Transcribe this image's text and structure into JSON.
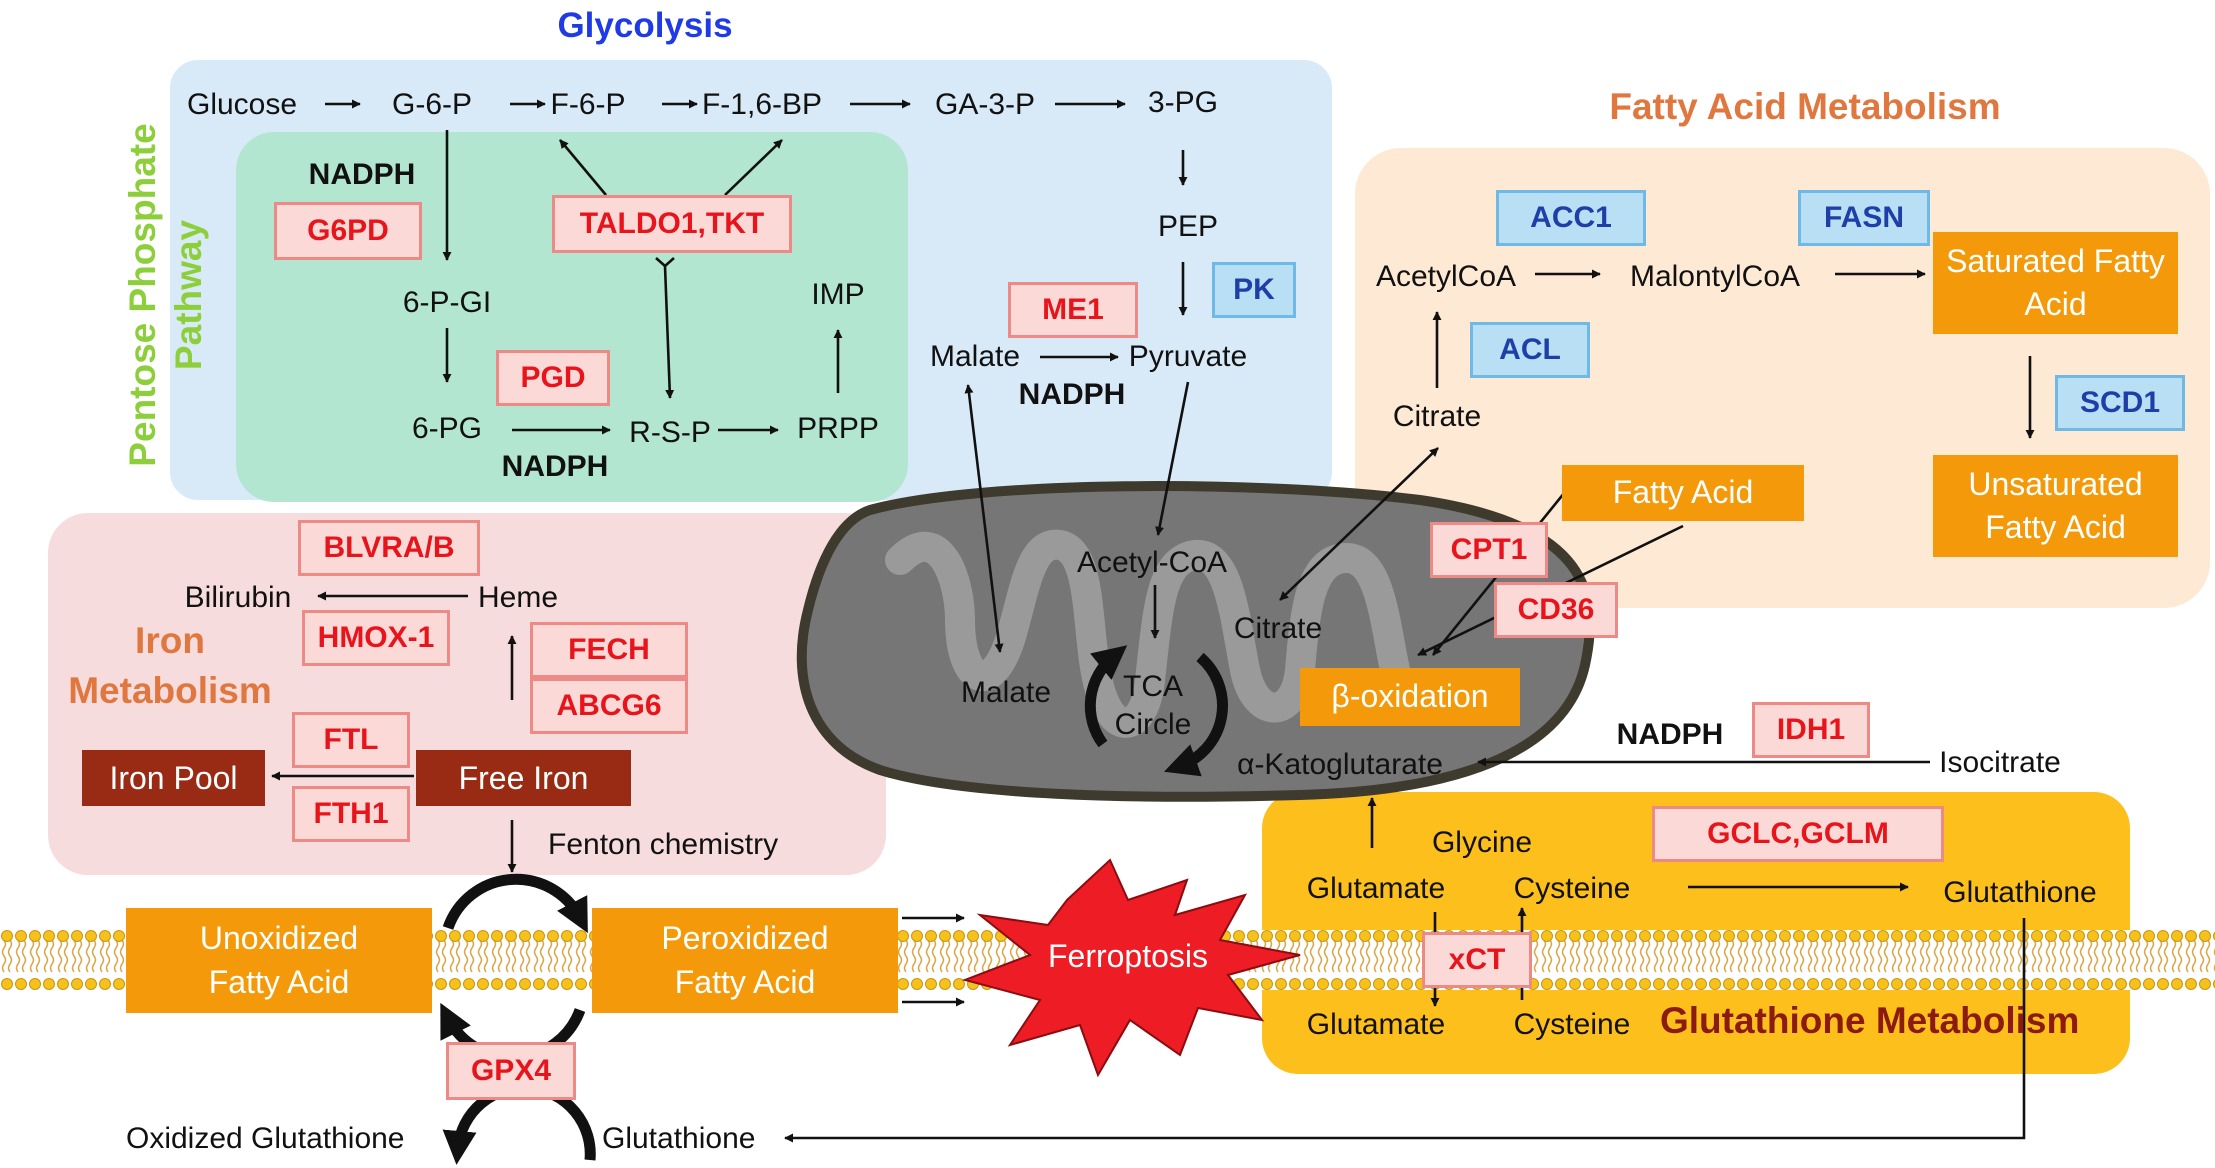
{
  "colors": {
    "glycolysis_bg": "#d8eaf7",
    "ppp_bg": "#b3e6d1",
    "fatty_bg": "#fde9d4",
    "iron_bg": "#f7dcde",
    "glutathione_bg": "#fcbf1b",
    "enzyme_red_text": "#e8141c",
    "enzyme_blue_text": "#1f3fa8",
    "orange_box": "#f49a0a",
    "brown_box": "#992a14",
    "mito_fill": "#777777",
    "ferroptosis_fill": "#ee1c24"
  },
  "headers": {
    "glycolysis": "Glycolysis",
    "ppp_line1": "Pentose Phosphate",
    "ppp_line2": "Pathway",
    "fatty": "Fatty Acid Metabolism",
    "iron_line1": "Iron",
    "iron_line2": "Metabolism",
    "glutathione": "Glutathione Metabolism"
  },
  "glycolysis": {
    "glucose": "Glucose",
    "g6p": "G-6-P",
    "f6p": "F-6-P",
    "f16bp": "F-1,6-BP",
    "ga3p": "GA-3-P",
    "pg3": "3-PG",
    "pep": "PEP",
    "pyruvate": "Pyruvate",
    "malate": "Malate",
    "nadph": "NADPH"
  },
  "ppp": {
    "nadph_top": "NADPH",
    "pgi6": "6-P-GI",
    "pg6": "6-PG",
    "rsp": "R-S-P",
    "prpp": "PRPP",
    "imp": "IMP",
    "nadph_bottom": "NADPH"
  },
  "mito": {
    "acetylcoa": "Acetyl-CoA",
    "citrate": "Citrate",
    "malate": "Malate",
    "tca_line1": "TCA",
    "tca_line2": "Circle",
    "akg": "α-Katoglutarate"
  },
  "fatty": {
    "acetylcoa": "AcetylCoA",
    "malonyl": "MalontylCoA",
    "citrate": "Citrate",
    "saturated": "Saturated Fatty Acid",
    "unsaturated": "Unsaturated Fatty Acid",
    "fatty_acid": "Fatty Acid",
    "beta_oxidation": "β-oxidation"
  },
  "iron": {
    "bilirubin": "Bilirubin",
    "heme": "Heme",
    "iron_pool": "Iron Pool",
    "free_iron": "Free Iron",
    "fenton": "Fenton chemistry"
  },
  "glutathione": {
    "nadph": "NADPH",
    "isocitrate": "Isocitrate",
    "glycine": "Glycine",
    "glutamate_in": "Glutamate",
    "cysteine_in": "Cysteine",
    "glutathione": "Glutathione",
    "glutamate_out": "Glutamate",
    "cysteine_out": "Cysteine"
  },
  "membrane": {
    "unoxidized": "Unoxidized Fatty Acid",
    "peroxidized": "Peroxidized Fatty Acid",
    "ferroptosis": "Ferroptosis",
    "oxidized_gsh": "Oxidized Glutathione",
    "gsh": "Glutathione"
  },
  "enzymes": {
    "g6pd": "G6PD",
    "taldo": "TALDO1,TKT",
    "pgd": "PGD",
    "me1": "ME1",
    "pk": "PK",
    "acc1": "ACC1",
    "fasn": "FASN",
    "acl": "ACL",
    "scd1": "SCD1",
    "cpt1": "CPT1",
    "cd36": "CD36",
    "blvra": "BLVRA/B",
    "hmox": "HMOX-1",
    "fech": "FECH",
    "abcg6": "ABCG6",
    "ftl": "FTL",
    "fth1": "FTH1",
    "idh1": "IDH1",
    "gclc": "GCLC,GCLM",
    "xct": "xCT",
    "gpx4": "GPX4"
  }
}
